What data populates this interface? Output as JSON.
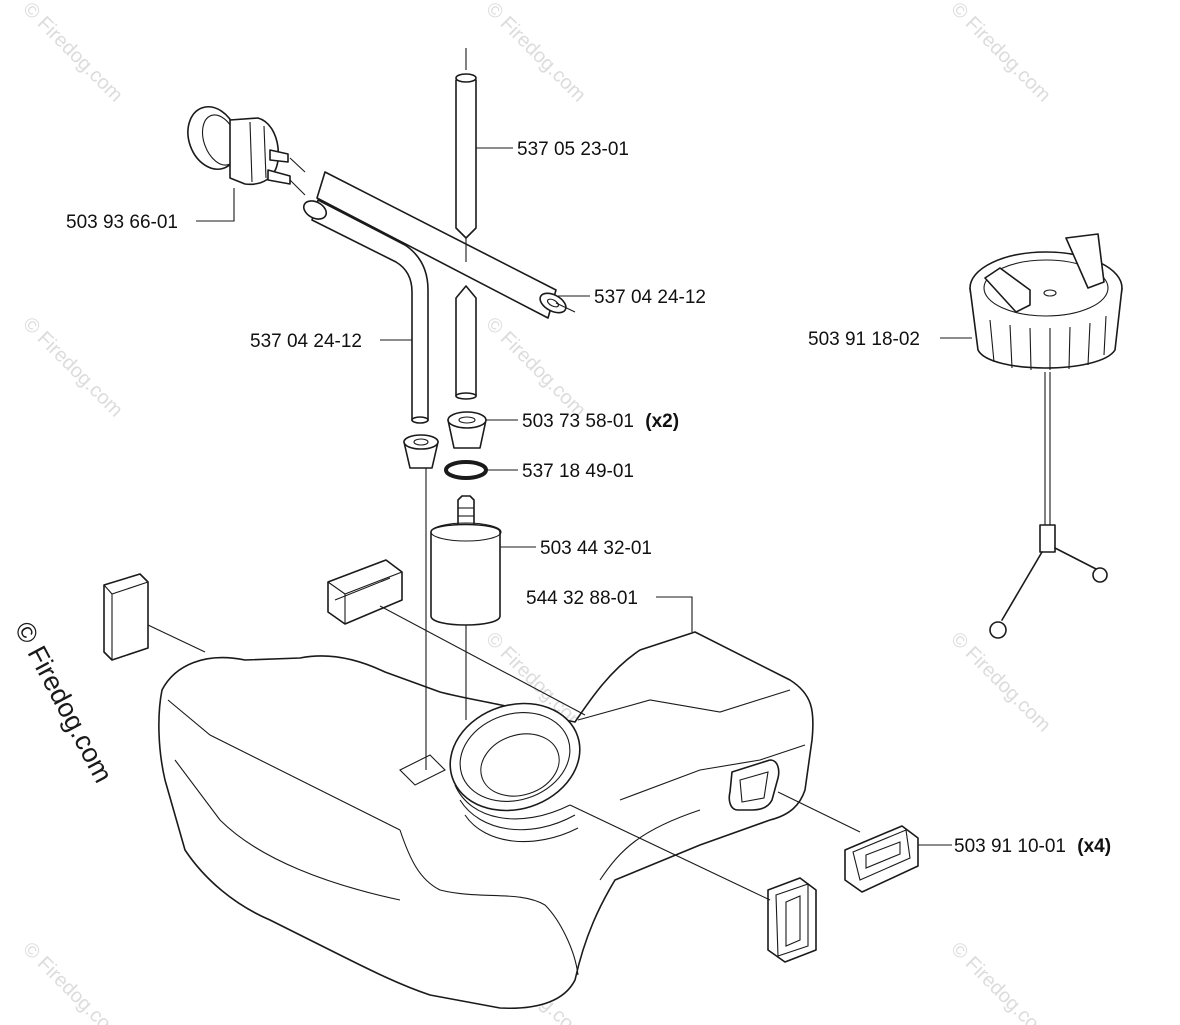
{
  "watermark": {
    "tile_text": "© Firedog.com",
    "side_text": "© Firedog.com"
  },
  "parts": {
    "primer_bulb": {
      "number": "503 93 66-01"
    },
    "vent_tube": {
      "number": "537 05 23-01"
    },
    "fuel_hose_upper": {
      "number": "537 04 24-12"
    },
    "fuel_hose_left": {
      "number": "537 04 24-12"
    },
    "grommet": {
      "number": "503 73 58-01",
      "qty": "(x2)"
    },
    "o_ring": {
      "number": "537 18 49-01"
    },
    "fuel_filter": {
      "number": "503 44 32-01"
    },
    "fuel_tank": {
      "number": "544 32 88-01"
    },
    "fuel_cap": {
      "number": "503 91 18-02"
    },
    "tank_mount": {
      "number": "503 91 10-01",
      "qty": "(x4)"
    }
  }
}
